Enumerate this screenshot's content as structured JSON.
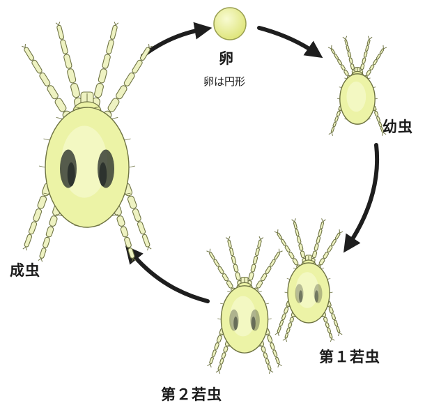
{
  "colors": {
    "body_fill": "#ecf3a6",
    "body_core": "#f6f9cf",
    "leg_fill": "#eef2c2",
    "outline": "#6f7444",
    "spot": "#2d332e",
    "arrow": "#1e1e1e",
    "egg_fill": "#e9ee8d"
  },
  "stages": {
    "egg": {
      "label": "卵",
      "sublabel": "卵は円形"
    },
    "larva": {
      "label": "幼虫"
    },
    "nymph1": {
      "label": "第１若虫"
    },
    "nymph2": {
      "label": "第２若虫"
    },
    "adult": {
      "label": "成虫"
    }
  }
}
